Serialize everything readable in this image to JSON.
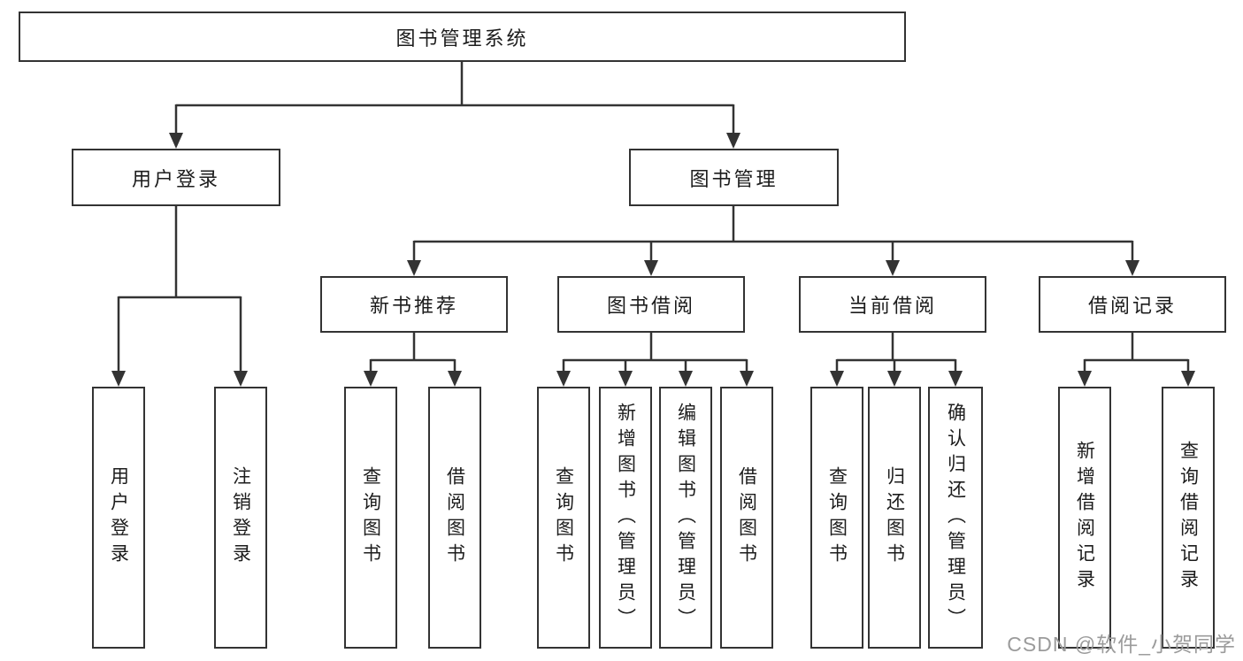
{
  "diagram": {
    "root": {
      "label": "图书管理系统"
    },
    "level2": [
      {
        "label": "用户登录",
        "children": [
          "用户登录",
          "注销登录"
        ]
      },
      {
        "label": "图书管理"
      }
    ],
    "level3": [
      {
        "label": "新书推荐",
        "children": [
          "查询图书",
          "借阅图书"
        ]
      },
      {
        "label": "图书借阅",
        "children": [
          "查询图书",
          "新增图书（管理员）",
          "编辑图书（管理员）",
          "借阅图书"
        ]
      },
      {
        "label": "当前借阅",
        "children": [
          "查询图书",
          "归还图书",
          "确认归还（管理员）"
        ]
      },
      {
        "label": "借阅记录",
        "children": [
          "新增借阅记录",
          "查询借阅记录"
        ]
      }
    ]
  },
  "watermark": "CSDN @软件_小贺同学",
  "colors": {
    "line": "#333333",
    "box_border": "#333333",
    "text": "#1c1c1c",
    "watermark": "#9b9b9b",
    "background": "#ffffff"
  }
}
